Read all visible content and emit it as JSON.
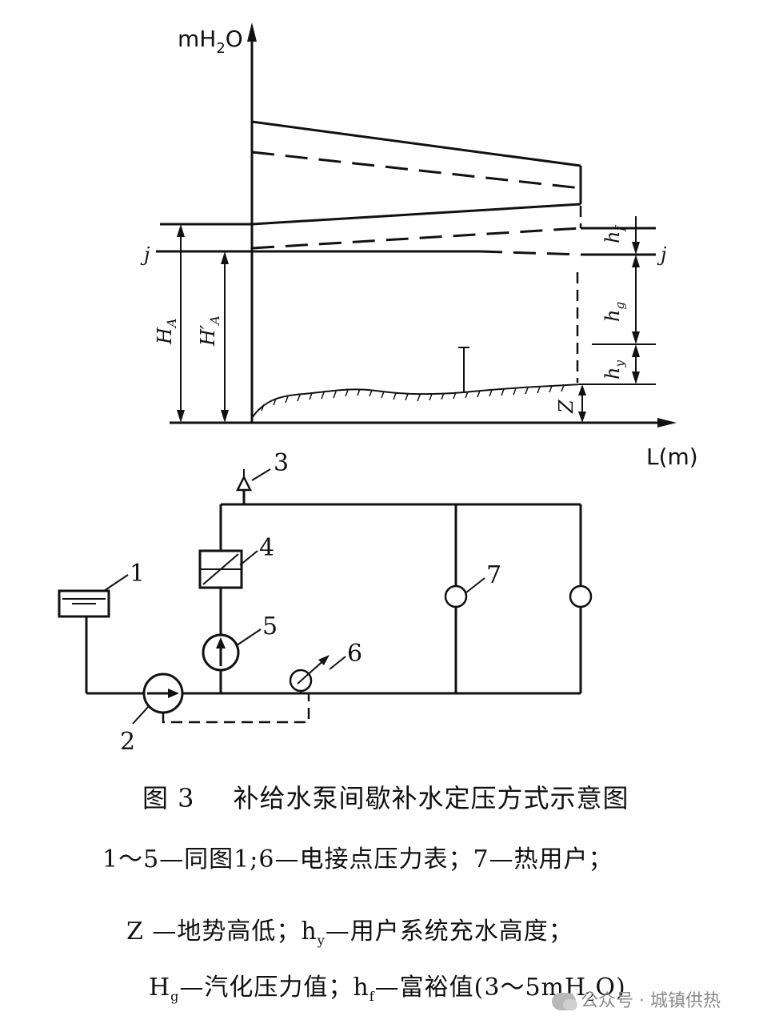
{
  "diagram": {
    "y_axis_label": "mH",
    "y_axis_sub": "2",
    "y_axis_label_end": "O",
    "x_axis_label": "L(m)",
    "j_left": "j",
    "j_right": "j",
    "HA": "H",
    "HA_sub": "A",
    "HA_prime": "H′",
    "HA_prime_sub": "A",
    "hf": "h",
    "hf_sub": "f",
    "hg": "h",
    "hg_sub": "g",
    "hy": "h",
    "hy_sub": "y",
    "Z": "Z",
    "num1": "1",
    "num2": "2",
    "num3": "3",
    "num4": "4",
    "num5": "5",
    "num6": "6",
    "num7": "7"
  },
  "caption": {
    "fig_no": "图 3",
    "title": "补给水泵间歇补水定压方式示意图",
    "line1": "1～5—同图1;6—电接点压力表；7—热用户；",
    "line2_a": "Z —地势高低；h",
    "line2_sub": "y",
    "line2_b": "—用户系统充水高度；",
    "line3_a": "H",
    "line3_sub1": "g",
    "line3_b": "—汽化压力值；h",
    "line3_sub2": "f",
    "line3_c": "—富裕值(3～5mH",
    "line3_sub3": "2",
    "line3_d": "O)"
  },
  "watermark": "公众号 · 城镇供热"
}
